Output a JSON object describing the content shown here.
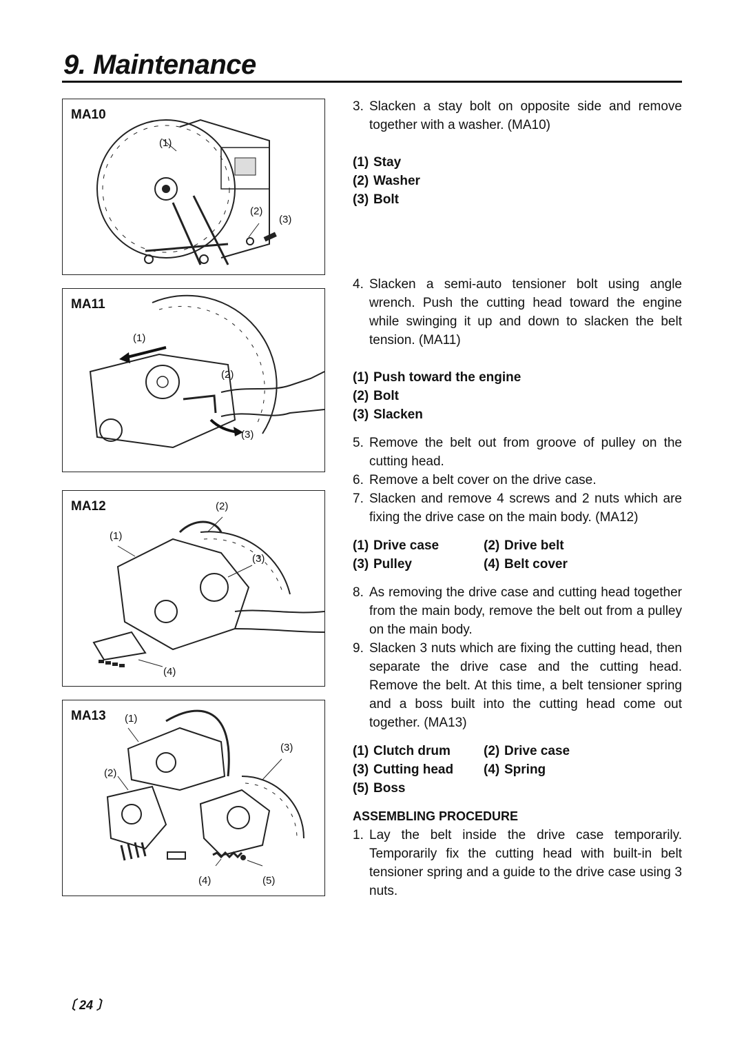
{
  "header": {
    "title": "9. Maintenance"
  },
  "figures": [
    {
      "caption": "MA10",
      "callouts": [
        "(1)",
        "(2)",
        "(3)"
      ]
    },
    {
      "caption": "MA11",
      "callouts": [
        "(1)",
        "(2)",
        "(3)"
      ]
    },
    {
      "caption": "MA12",
      "callouts": [
        "(1)",
        "(2)",
        "(3)",
        "(4)"
      ]
    },
    {
      "caption": "MA13",
      "callouts": [
        "(1)",
        "(2)",
        "(3)",
        "(4)",
        "(5)"
      ]
    }
  ],
  "steps": {
    "s3": {
      "num": "3.",
      "text": "Slacken a stay bolt on opposite side and remove together with a washer. (MA10)"
    },
    "s4": {
      "num": "4.",
      "text": "Slacken a semi-auto tensioner bolt using angle wrench. Push the cutting head toward the engine while swinging it up and down to slacken the belt tension. (MA11)"
    },
    "s5": {
      "num": "5.",
      "text": "Remove the belt out from groove of pulley on the cutting head."
    },
    "s6": {
      "num": "6.",
      "text": "Remove a belt cover on the drive case."
    },
    "s7": {
      "num": "7.",
      "text": "Slacken and remove 4 screws and 2 nuts which are fixing the drive case on the main body. (MA12)"
    },
    "s8": {
      "num": "8.",
      "text": "As removing the drive case and cutting head together from the main body, remove the belt out from a pulley on the main body."
    },
    "s9": {
      "num": "9.",
      "text": "Slacken 3 nuts which are fixing the cutting head, then separate the drive case and the cutting head. Remove the belt. At this time, a belt tensioner spring and a boss built into the cutting head come out together. (MA13)"
    }
  },
  "parts": {
    "ma10": [
      [
        "(1)",
        "Stay"
      ],
      [
        "(2)",
        "Washer"
      ],
      [
        "(3)",
        "Bolt"
      ]
    ],
    "ma11": [
      [
        "(1)",
        "Push toward the engine"
      ],
      [
        "(2)",
        "Bolt"
      ],
      [
        "(3)",
        "Slacken"
      ]
    ],
    "ma12": [
      [
        "(1)",
        "Drive case"
      ],
      [
        "(2)",
        "Drive belt"
      ],
      [
        "(3)",
        "Pulley"
      ],
      [
        "(4)",
        "Belt cover"
      ]
    ],
    "ma13": [
      [
        "(1)",
        "Clutch drum"
      ],
      [
        "(2)",
        "Drive case"
      ],
      [
        "(3)",
        "Cutting head"
      ],
      [
        "(4)",
        "Spring"
      ],
      [
        "(5)",
        "Boss"
      ]
    ]
  },
  "assembling": {
    "heading": "ASSEMBLING PROCEDURE",
    "s1": {
      "num": "1.",
      "text": "Lay the belt inside the drive case temporarily. Temporarily fix the cutting head with built-in belt tensioner spring and a guide to the drive case using 3 nuts."
    }
  },
  "footer": {
    "page": "〔 24 〕"
  }
}
